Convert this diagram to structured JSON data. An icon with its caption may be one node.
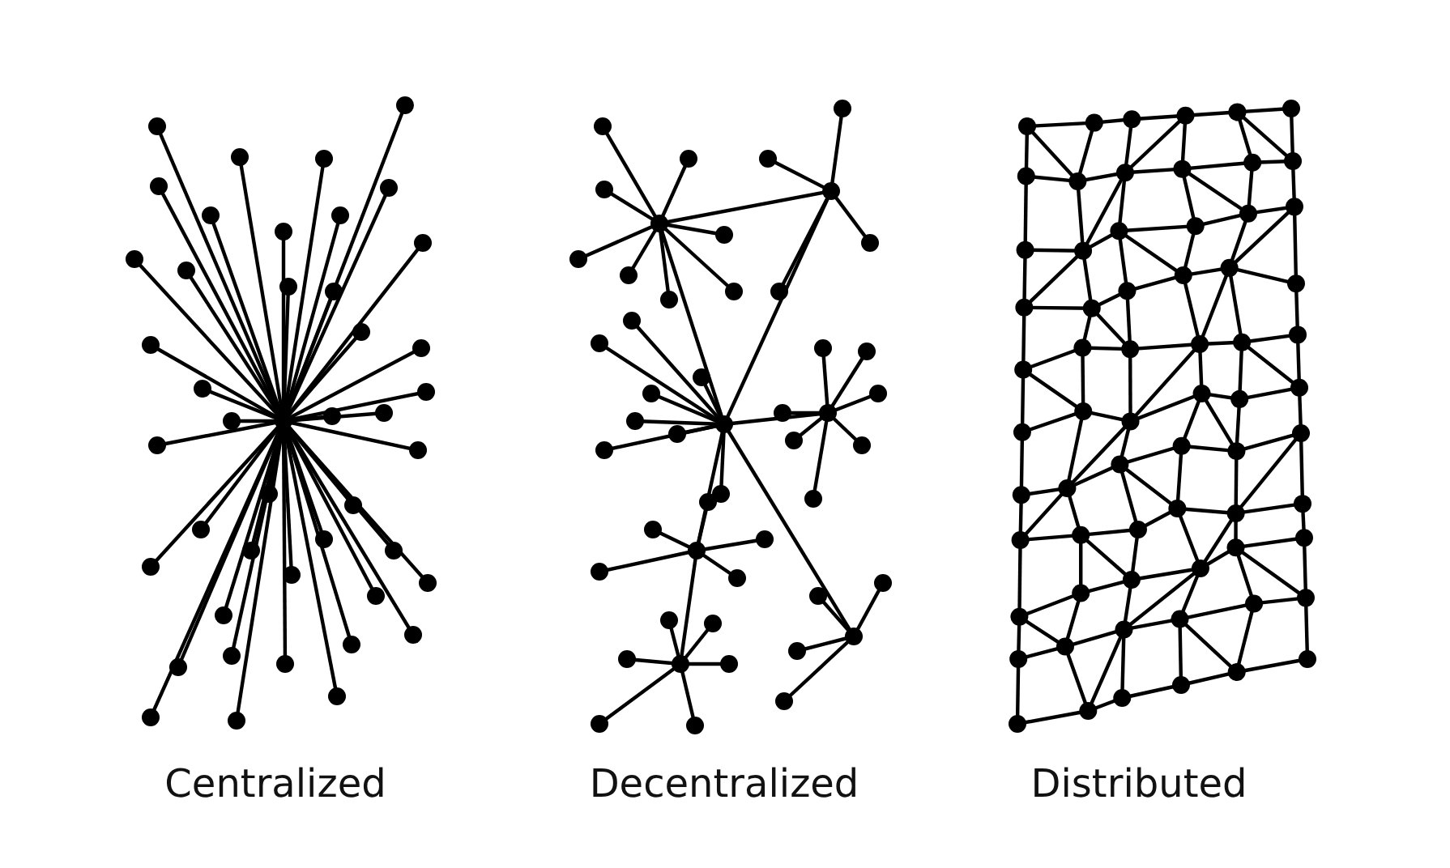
{
  "diagram": {
    "labels": [
      "Centralized",
      "Decentralized",
      "Distributed"
    ]
  }
}
